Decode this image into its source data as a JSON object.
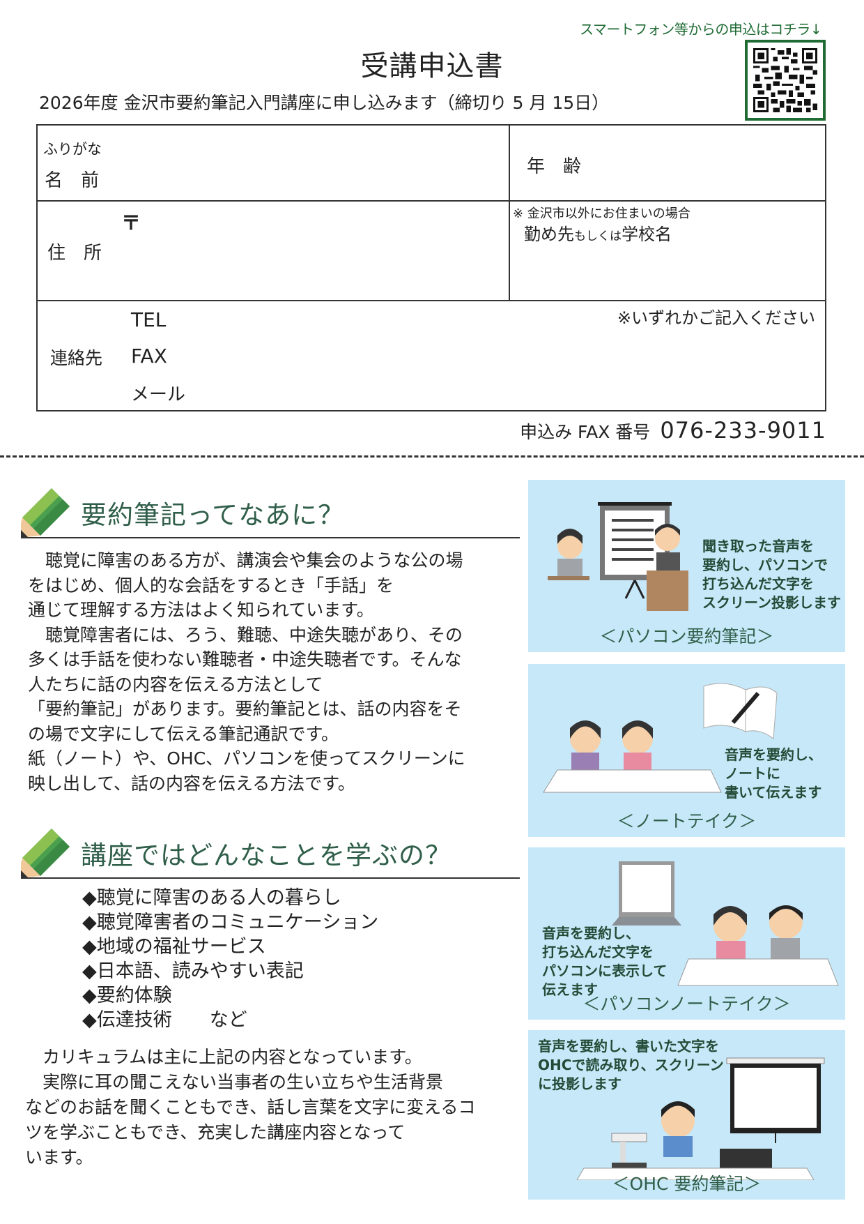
{
  "header": {
    "qr_caption": "スマートフォン等からの申込はコチラ↓",
    "qr_code_icon": "qr-code-icon",
    "title": "受講申込書",
    "subtitle": "2026年度 金沢市要約筆記入門講座に申し込みます（締切り 5 月 15日）"
  },
  "form": {
    "furigana_label": "ふりがな",
    "name_label": "名　前",
    "age_label": "年　齢",
    "postal_mark": "〒",
    "address_label": "住　所",
    "outside_note": "※ 金沢市以外にお住まいの場合",
    "workplace_label_a": "勤め先",
    "workplace_label_b": "もしくは",
    "workplace_label_c": "学校名",
    "contact_label": "連絡先",
    "tel_label": "TEL",
    "fax_label": "FAX",
    "mail_label": "メール",
    "contact_note": "※いずれかご記入ください"
  },
  "fax_info": {
    "label": "申込み FAX 番号",
    "number": "076-233-9011"
  },
  "section1": {
    "heading": "要約筆記ってなあに？",
    "lines": [
      "　聴覚に障害のある方が、講演会や集会のような公の場",
      "をはじめ、個人的な会話をするとき「手話」を",
      "通じて理解する方法はよく知られています。",
      "　聴覚障害者には、ろう、難聴、中途失聴があり、その",
      "多くは手話を使わない難聴者・中途失聴者です。そんな",
      "人たちに話の内容を伝える方法として",
      "「要約筆記」があります。要約筆記とは、話の内容をそ",
      "の場で文字にして伝える筆記通訳です。",
      "紙（ノート）や、OHC、パソコンを使ってスクリーンに",
      "映し出して、話の内容を伝える方法です。"
    ]
  },
  "section2": {
    "heading": "講座ではどんなことを学ぶの？",
    "items": [
      "◆聴覚に障害のある人の暮らし",
      "◆聴覚障害者のコミュニケーション",
      "◆地域の福祉サービス",
      "◆日本語、読みやすい表記",
      "◆要約体験",
      "◆伝達技術　　など"
    ],
    "closing_lines": [
      "　カリキュラムは主に上記の内容となっています。",
      "　実際に耳の聞こえない当事者の生い立ちや生活背景",
      "などのお話を聞くこともでき、話し言葉を文字に変えるコ",
      "ツを学ぶこともでき、充実した講座内容となって",
      "います。"
    ]
  },
  "panels": [
    {
      "caption": "＜パソコン要約筆記＞",
      "description": "聞き取った音声を\n要約し、パソコンで\n打ち込んだ文字を\nスクリーン投影します"
    },
    {
      "caption": "＜ノートテイク＞",
      "description": "音声を要約し、\nノートに\n書いて伝えます"
    },
    {
      "caption": "＜パソコンノートテイク＞",
      "description": "音声を要約し、\n打ち込んだ文字を\nパソコンに表示して\n伝えます"
    },
    {
      "caption": "＜OHC 要約筆記＞",
      "description": "音声を要約し、書いた文字を\nOHCで読み取り、スクリーン\nに投影します"
    }
  ],
  "colors": {
    "accent_green": "#1f6b34",
    "heading_green": "#2f5e49",
    "panel_blue": "#c7e8f8",
    "pencil_green": "#4aa04e"
  }
}
